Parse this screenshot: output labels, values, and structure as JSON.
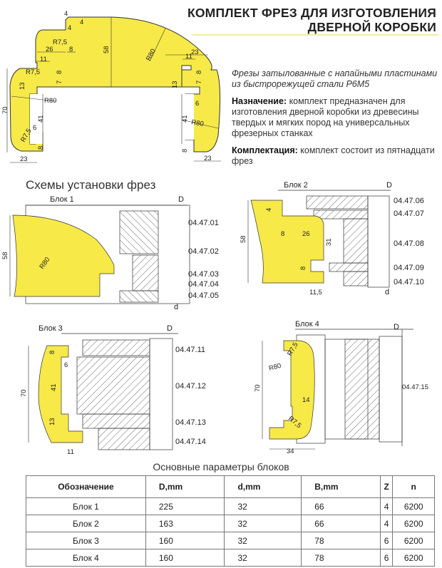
{
  "header": {
    "title_line1": "КОМПЛЕКТ ФРЕЗ ДЛЯ ИЗГОТОВЛЕНИЯ",
    "title_line2": "ДВЕРНОЙ КОРОБКИ"
  },
  "description": {
    "intro": "Фрезы затылованные с напайными пластинами из быстрорежущей стали Р6М5",
    "purpose_label": "Назначение:",
    "purpose_text": " комплект предназначен для изготовления дверной коробки из древесины твердых и мягких пород на универсальных фрезерных станках",
    "kit_label": "Комплектация:",
    "kit_text": " комплект состоит из пятнадцати фрез"
  },
  "profile_drawing": {
    "dims": [
      "4",
      "4",
      "4",
      "R7,5",
      "26",
      "8",
      "58",
      "R80",
      "11",
      "8",
      "7",
      "R7,5",
      "13",
      "70",
      "R80",
      "41",
      "R7,5",
      "6",
      "8",
      "23",
      "23",
      "11",
      "8",
      "7",
      "13",
      "6",
      "41",
      "R80",
      "8",
      "23",
      "70"
    ]
  },
  "schemes": {
    "title": "Схемы установки фрез",
    "blocks": [
      {
        "label": "Блок 1",
        "d_label": "D",
        "small_d_label": "d",
        "height_dim": "58",
        "radius_dim": "R80",
        "parts": [
          "04.47.01",
          "04.47.02",
          "04.47.03",
          "04.47.04",
          "04.47.05"
        ]
      },
      {
        "label": "Блок 2",
        "d_label": "D",
        "small_d_label": "d",
        "height_dim": "58",
        "dims": [
          "4",
          "8",
          "26",
          "31",
          "8",
          "11,5"
        ],
        "parts": [
          "04.47.06",
          "04.47.07",
          "04.47.08",
          "04.47.09",
          "04.47.10"
        ]
      },
      {
        "label": "Блок 3",
        "d_label": "D",
        "height_dim": "70",
        "dims": [
          "8",
          "6",
          "41",
          "13",
          "11"
        ],
        "parts": [
          "04.47.11",
          "04.47.12",
          "04.47.13",
          "04.47.14"
        ]
      },
      {
        "label": "Блок 4",
        "d_label": "D",
        "height_dim": "70",
        "dims": [
          "R7,5",
          "R80",
          "14",
          "R7,5",
          "34"
        ],
        "parts": [
          "04.47.15"
        ]
      }
    ]
  },
  "params": {
    "title": "Основные параметры блоков",
    "columns": [
      "Обозначение",
      "D,mm",
      "d,mm",
      "B,mm",
      "Z",
      "n"
    ],
    "rows": [
      [
        "Блок 1",
        "225",
        "32",
        "66",
        "4",
        "6200"
      ],
      [
        "Блок 2",
        "163",
        "32",
        "66",
        "4",
        "6200"
      ],
      [
        "Блок 3",
        "160",
        "32",
        "78",
        "6",
        "6200"
      ],
      [
        "Блок 4",
        "160",
        "32",
        "78",
        "6",
        "6200"
      ]
    ]
  },
  "colors": {
    "profile_fill": "#f7e948",
    "line": "#333333"
  }
}
